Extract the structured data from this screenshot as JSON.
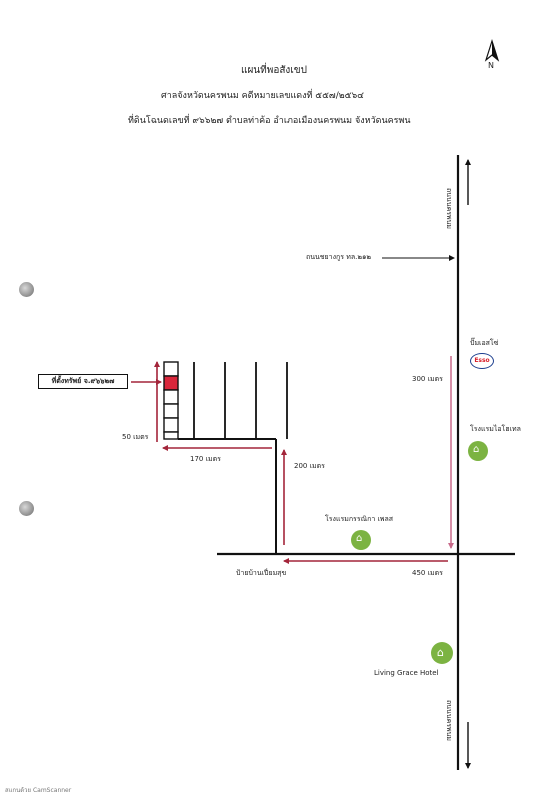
{
  "header": {
    "title": "แผนที่พอสังเขป",
    "court_line": "ศาลจังหวัดนครพนม      คดีหมายเลขแดงที่ ๕๕๗/๒๕๖๔",
    "land_line": "ที่ดินโฉนดเลขที่ ๙๖๖๒๗ ตำบลท่าค้อ อำเภอเมืองนครพนม จังหวัดนครพน"
  },
  "compass": {
    "label": "N"
  },
  "roads": {
    "north_label": "ถนนนครพนม",
    "south_label": "ถนนนครพนม",
    "main_road": "ถนนชยางกูร ทล.๒๑๒",
    "junction_label": "ป้ายบ้านเปี่ยมสุข"
  },
  "property": {
    "label": "ที่ตั้งทรัพย์ จ.๙๖๖๒๗"
  },
  "distances": {
    "d300": "300 เมตร",
    "d450": "450 เมตร",
    "d200": "200 เมตร",
    "d170": "170 เมตร",
    "d50": "50 เมตร"
  },
  "landmarks": {
    "esso_caption": "ปั๊มเอสโซ่",
    "esso_logo": "Esso",
    "hotel_right": "โรงแรมไอโฮเทล",
    "hotel_center": "โรงแรมกรรณิกา เพลส",
    "hotel_bottom": "Living Grace Hotel"
  },
  "footer": {
    "scanner": "สแกนด้วย CamScanner"
  },
  "colors": {
    "route": "#a3253a",
    "road": "#111111",
    "hotel": "#7cb342",
    "esso": "#d81e2a",
    "esso_blue": "#1d3f8f"
  },
  "icons": {
    "hotel": "hotel-icon",
    "fuel": "esso-logo-icon",
    "compass": "north-arrow-icon"
  }
}
